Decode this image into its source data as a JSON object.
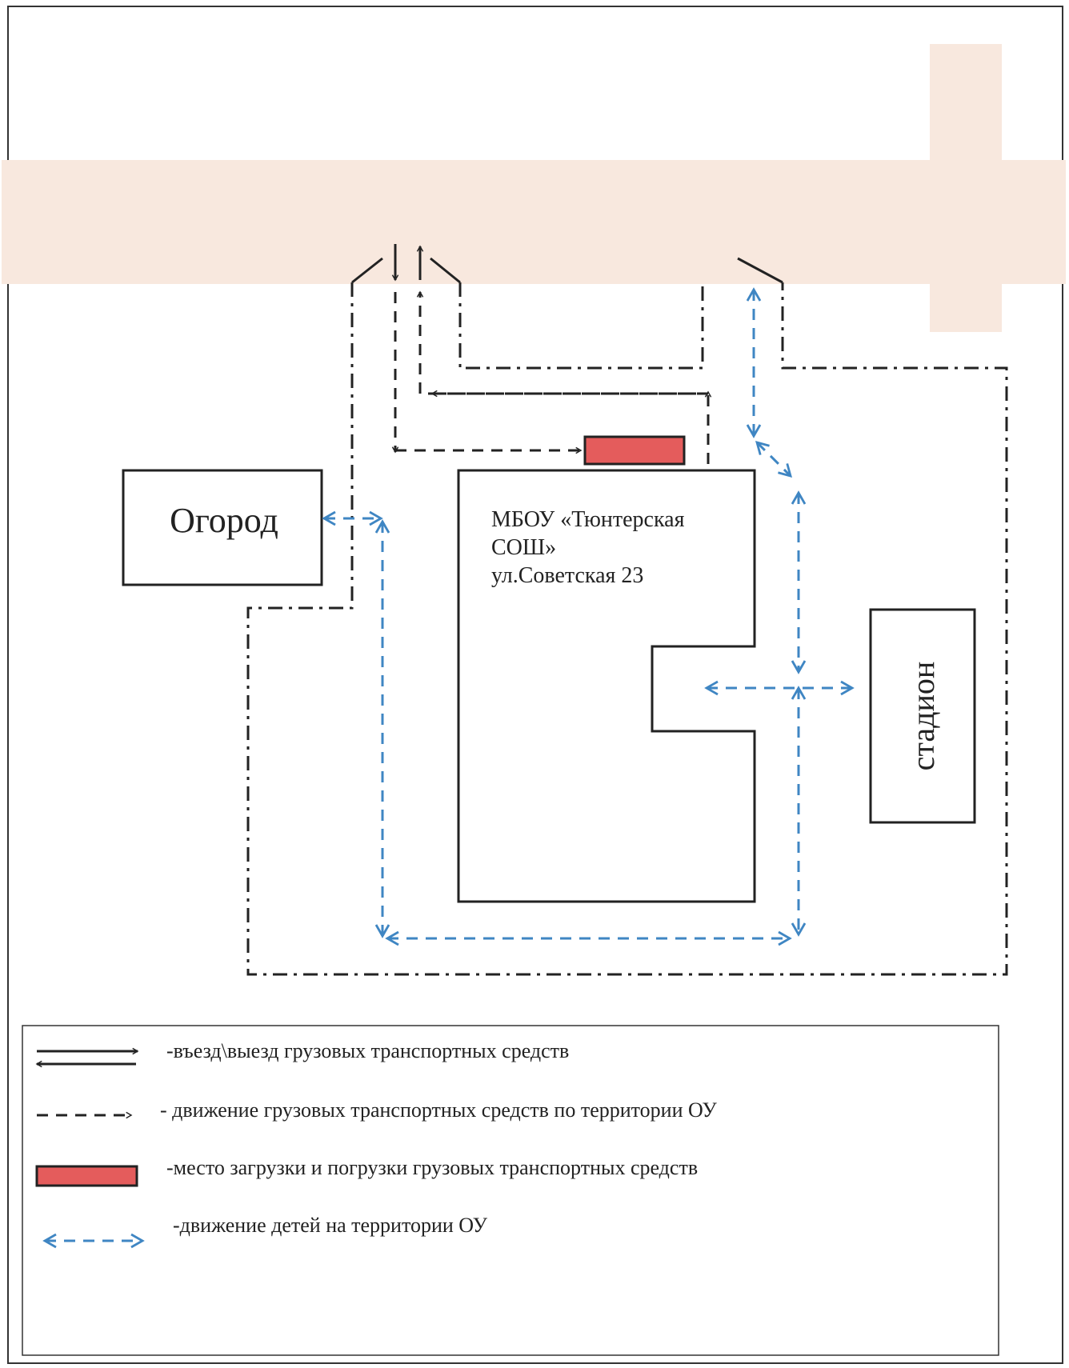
{
  "labels": {
    "garden": "Огород",
    "school_line1": "МБОУ «Тюнтерская",
    "school_line2": "СОШ»",
    "school_line3": "ул.Советская 23",
    "stadium": "стадион"
  },
  "legend": {
    "entry_exit": "-въезд\\выезд грузовых транспортных средств",
    "truck_movement": "- движение грузовых транспортных средств по территории ОУ",
    "loading_place": "-место загрузки и погрузки грузовых транспортных средств",
    "children_movement": "-движение детей на территории ОУ"
  },
  "colors": {
    "road": "#f8e8de",
    "line": "#222222",
    "children_path": "#3f86c3",
    "loading_zone": "#e45c5c"
  }
}
